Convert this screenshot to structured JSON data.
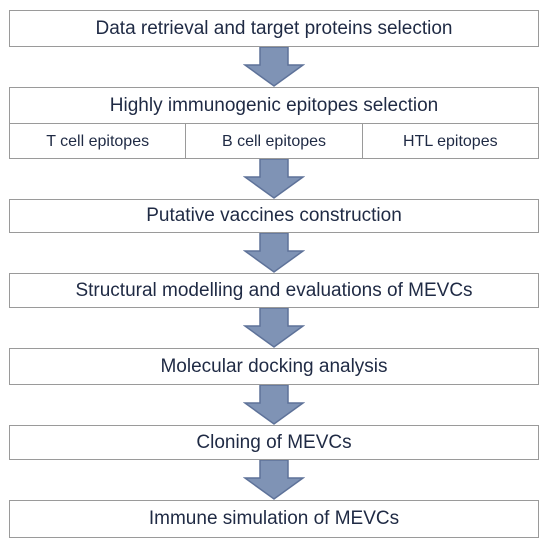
{
  "steps": [
    {
      "label": "Data retrieval and target proteins selection"
    },
    {
      "label": "Highly immunogenic epitopes selection",
      "sub": [
        "T cell epitopes",
        "B cell epitopes",
        "HTL epitopes"
      ]
    },
    {
      "label": "Putative vaccines construction"
    },
    {
      "label": "Structural modelling and evaluations of MEVCs"
    },
    {
      "label": "Molecular docking analysis"
    },
    {
      "label": "Cloning of MEVCs"
    },
    {
      "label": "Immune simulation of MEVCs"
    }
  ],
  "colors": {
    "arrow_fill": "#7f93b5",
    "arrow_stroke": "#5e7299",
    "box_border": "#9a9a9a",
    "text": "#1f2a44"
  }
}
